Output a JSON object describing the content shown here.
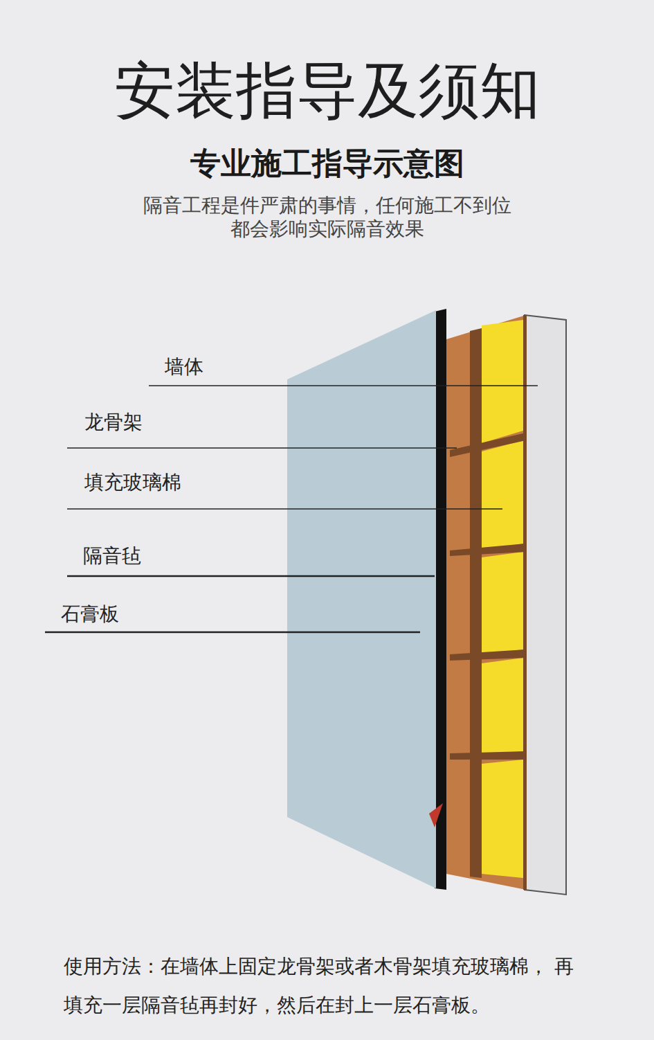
{
  "diagram": {
    "title": "安装指导及须知",
    "caption": "使用方法：在墙体上固定龙骨架或者木骨架填充玻璃棉， 再填充一层隔音毡再封好，然后在封上一层石膏板。",
    "labels": [
      "专业施工指导示意图",
      "隔音工程是件严肃的事情，任何施工不到位 都会影响实际隔音效果",
      "墙体",
      "龙骨架",
      "填充玻璃棉",
      "隔音毡",
      "石膏板"
    ]
  }
}
